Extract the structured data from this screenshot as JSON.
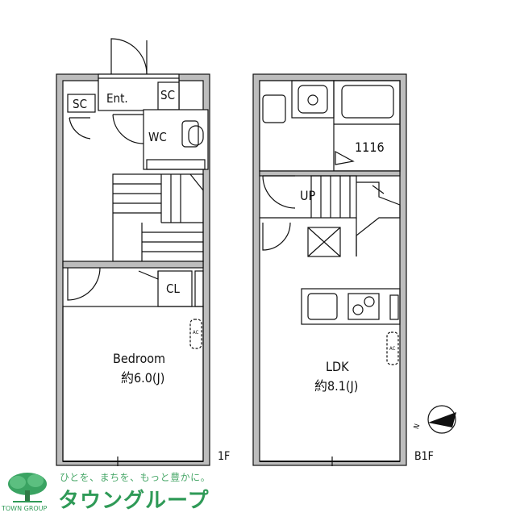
{
  "floor_1": {
    "label": "1F",
    "rooms": {
      "entrance": "Ent.",
      "shoe_closet_left": "SC",
      "shoe_closet_right": "SC",
      "toilet": "WC",
      "closet": "CL",
      "bedroom_name": "Bedroom",
      "bedroom_size": "約6.0(J)",
      "ac": "AC"
    }
  },
  "floor_b1": {
    "label": "B1F",
    "rooms": {
      "unit_number": "1116",
      "stairs": "UP",
      "ldk_name": "LDK",
      "ldk_size": "約8.1(J)",
      "ac": "AC"
    }
  },
  "compass": {
    "north": "N"
  },
  "logo": {
    "tagline": "ひとを、まちを、もっと豊かに。",
    "name": "タウングループ",
    "sub": "TOWN GROUP"
  },
  "colors": {
    "wall": "#bdbdbd",
    "line": "#111111",
    "logo_green": "#2f9a57"
  }
}
